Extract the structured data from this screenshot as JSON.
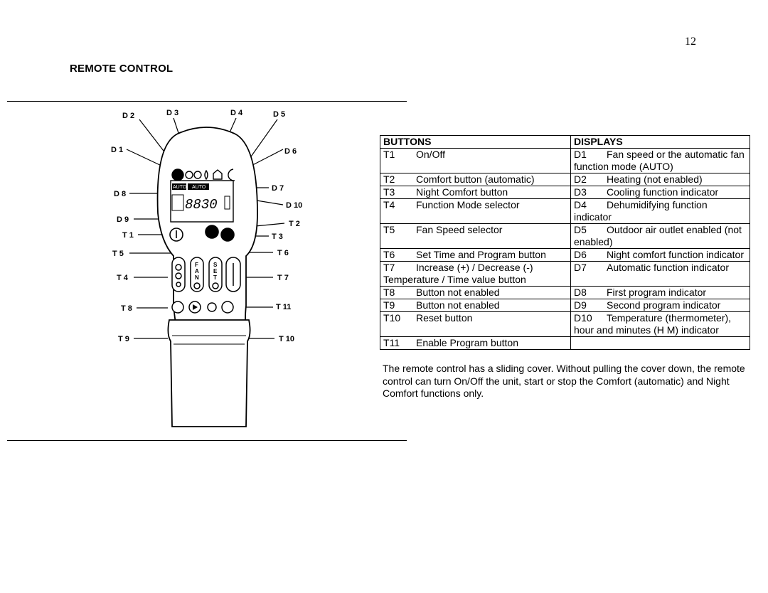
{
  "page_number": "12",
  "title": "REMOTE CONTROL",
  "figure": {
    "top_labels": [
      "D 2",
      "D 3",
      "D 4",
      "D 5"
    ],
    "left_labels": [
      "D 1",
      "D 8",
      "D 9",
      "T 1",
      "T 5",
      "T 4",
      "T 8",
      "T 9"
    ],
    "right_labels": [
      "D 6",
      "D 7",
      "D 10",
      "T 2",
      "T 3",
      "T 6",
      "T 7",
      "T 11",
      "T 10"
    ],
    "lcd_auto_1": "AUTO",
    "lcd_auto_2": "AUTO",
    "lcd_digits": "8830",
    "fan_letters": [
      "F",
      "A",
      "N"
    ],
    "set_letters": [
      "S",
      "E",
      "T"
    ]
  },
  "table": {
    "headers": {
      "buttons": "BUTTONS",
      "displays": "DISPLAYS"
    },
    "rows": [
      {
        "b_code": "T1",
        "b_text": "On/Off",
        "d_code": "D1",
        "d_text": "Fan speed or the automatic fan function mode (AUTO)"
      },
      {
        "b_code": "T2",
        "b_text": "Comfort button (automatic)",
        "d_code": "D2",
        "d_text": "Heating (not enabled)"
      },
      {
        "b_code": "T3",
        "b_text": "Night Comfort button",
        "d_code": "D3",
        "d_text": "Cooling function indicator"
      },
      {
        "b_code": "T4",
        "b_text": "Function Mode selector",
        "d_code": "D4",
        "d_text": "Dehumidifying function indicator"
      },
      {
        "b_code": "T5",
        "b_text": "Fan Speed selector",
        "d_code": "D5",
        "d_text": "Outdoor air outlet enabled (not enabled)"
      },
      {
        "b_code": "T6",
        "b_text": "Set Time and Program button",
        "d_code": "D6",
        "d_text": "Night comfort function indicator"
      },
      {
        "b_code": "T7",
        "b_text": "Increase (+) / Decrease (-) Temperature / Time value button",
        "d_code": "D7",
        "d_text": "Automatic function indicator"
      },
      {
        "b_code": "T8",
        "b_text": "Button not enabled",
        "d_code": "D8",
        "d_text": "First program indicator"
      },
      {
        "b_code": "T9",
        "b_text": "Button not enabled",
        "d_code": "D9",
        "d_text": "Second program indicator"
      },
      {
        "b_code": "T10",
        "b_text": "Reset button",
        "d_code": "D10",
        "d_text": "Temperature (thermometer), hour and minutes (H M) indicator"
      },
      {
        "b_code": "T11",
        "b_text": "Enable Program button",
        "d_code": "",
        "d_text": ""
      }
    ]
  },
  "note": "The remote control has a sliding cover. Without pulling the cover down, the remote control can turn On/Off the unit, start or stop the Comfort (automatic) and Night Comfort functions only."
}
